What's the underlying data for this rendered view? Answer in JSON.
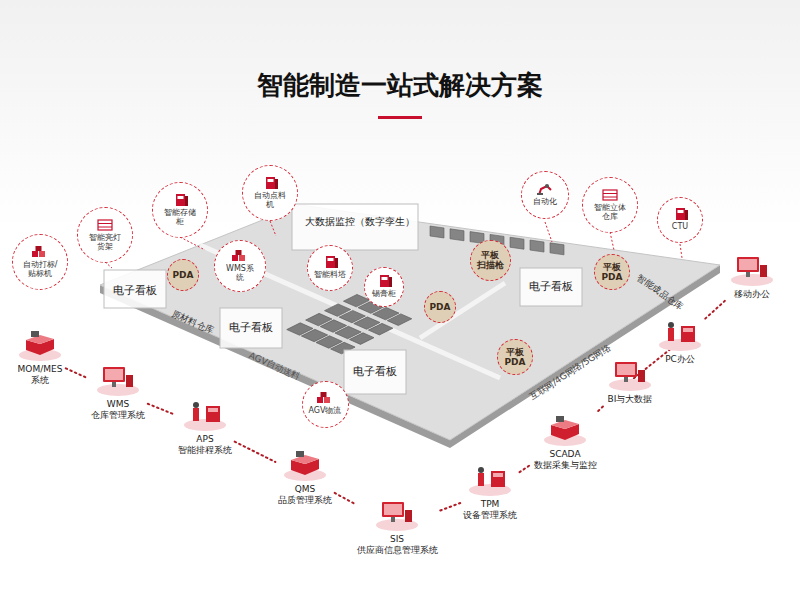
{
  "diagram": {
    "title": "智能制造一站式解决方案",
    "nodes": [
      {
        "text": [
          "自动打标/贴标机"
        ]
      },
      {
        "text": [
          "智能亮灯货架"
        ]
      },
      {
        "text": [
          "智能存储柜"
        ]
      },
      {
        "text": [
          "自动点料机"
        ]
      },
      {
        "text": [
          "WMS系统"
        ]
      },
      {
        "text": [
          "PDA"
        ]
      },
      {
        "text": [
          "智能料塔"
        ]
      },
      {
        "text": [
          "锡膏柜"
        ]
      },
      {
        "text": [
          "PDA"
        ]
      },
      {
        "text": [
          "平板 扫描枪"
        ]
      },
      {
        "text": [
          "自动化"
        ]
      },
      {
        "text": [
          "智能立体仓库"
        ]
      },
      {
        "text": [
          "CTU"
        ]
      },
      {
        "text": [
          "平板 PDA"
        ]
      },
      {
        "text": [
          "平板 PDA"
        ]
      },
      {
        "text": [
          "AGV物流"
        ]
      },
      {
        "text": [
          "MOM/MES 系统"
        ]
      },
      {
        "text": [
          "WMS 仓库管理系统"
        ]
      },
      {
        "text": [
          "APS 智能排程系统"
        ]
      },
      {
        "text": [
          "QMS 品质管理系统"
        ]
      },
      {
        "text": [
          "SIS 供应商信息管理系统"
        ]
      },
      {
        "text": [
          "TPM 设备管理系统"
        ]
      },
      {
        "text": [
          "SCADA 数据采集与监控"
        ]
      },
      {
        "text": [
          "BI与大数据"
        ]
      },
      {
        "text": [
          "PC办公"
        ]
      },
      {
        "text": [
          "移动办公"
        ]
      }
    ],
    "edges": [
      {
        "from": 16,
        "to": 17,
        "arrow": "none"
      },
      {
        "from": 17,
        "to": 18,
        "arrow": "none"
      },
      {
        "from": 18,
        "to": 19,
        "arrow": "none"
      },
      {
        "from": 19,
        "to": 20,
        "arrow": "none"
      },
      {
        "from": 20,
        "to": 21,
        "arrow": "none"
      },
      {
        "from": 21,
        "to": 22,
        "arrow": "none"
      },
      {
        "from": 22,
        "to": 23,
        "arrow": "none"
      },
      {
        "from": 23,
        "to": 24,
        "arrow": "none"
      },
      {
        "from": 24,
        "to": 25,
        "arrow": "none"
      }
    ],
    "labels": [
      "大数据监控（数字孪生）",
      "电子看板",
      "原材料仓库",
      "电子看板",
      "AGV自动送料",
      "电子看板",
      "电子看板",
      "智能成品仓库",
      "互联网/4G网络/5G网络"
    ]
  }
}
